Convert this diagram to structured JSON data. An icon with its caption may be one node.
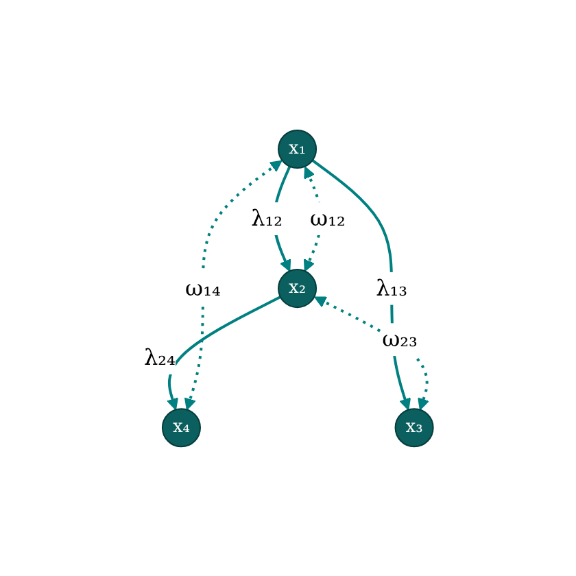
{
  "diagram": {
    "nodes": [
      {
        "text": [
          "x₁"
        ]
      },
      {
        "text": [
          "x₂"
        ]
      },
      {
        "text": [
          "x₃"
        ]
      },
      {
        "text": [
          "x₄"
        ]
      }
    ],
    "edges": [
      {
        "from": 0,
        "to": 1,
        "arrow": "to",
        "label": "λ₁₂"
      },
      {
        "from": 0,
        "to": 1,
        "arrow": "both",
        "label": "ω₁₂",
        "style": "dashed"
      },
      {
        "from": 0,
        "to": 2,
        "arrow": "to",
        "label": "λ₁₃"
      },
      {
        "from": 1,
        "to": 3,
        "arrow": "to",
        "label": "λ₂₄"
      },
      {
        "from": 1,
        "to": 2,
        "arrow": "both",
        "label": "ω₂₃",
        "style": "dashed"
      },
      {
        "from": 0,
        "to": 3,
        "arrow": "both",
        "label": "ω₁₄",
        "style": "dashed"
      }
    ]
  }
}
